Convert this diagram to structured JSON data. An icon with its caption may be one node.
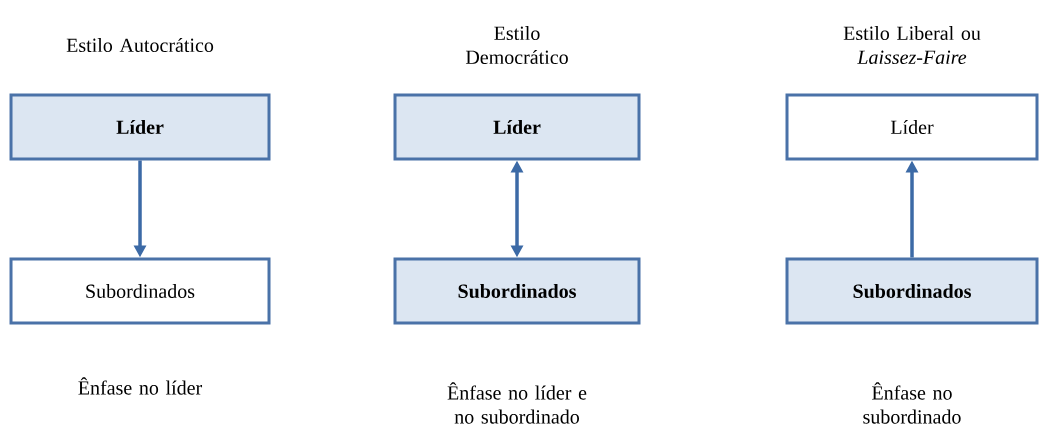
{
  "diagram": {
    "nodes": [
      {
        "text": [
          "Líder"
        ]
      },
      {
        "text": [
          "Subordinados"
        ]
      },
      {
        "text": [
          "Líder"
        ]
      },
      {
        "text": [
          "Subordinados"
        ]
      },
      {
        "text": [
          "Líder"
        ]
      },
      {
        "text": [
          "Subordinados"
        ]
      }
    ],
    "edges": [
      {
        "from": 0,
        "to": 1,
        "arrow": "to"
      },
      {
        "from": 2,
        "to": 3,
        "arrow": "both"
      },
      {
        "from": 5,
        "to": 4,
        "arrow": "to"
      }
    ],
    "labels": [
      "Estilo Autocrático",
      "Estilo Democrático",
      "Estilo Liberal ou *Laissez-Faire*",
      "Ênfase no líder",
      "Ênfase no líder e no subordinado",
      "Ênfase no subordinado"
    ]
  }
}
